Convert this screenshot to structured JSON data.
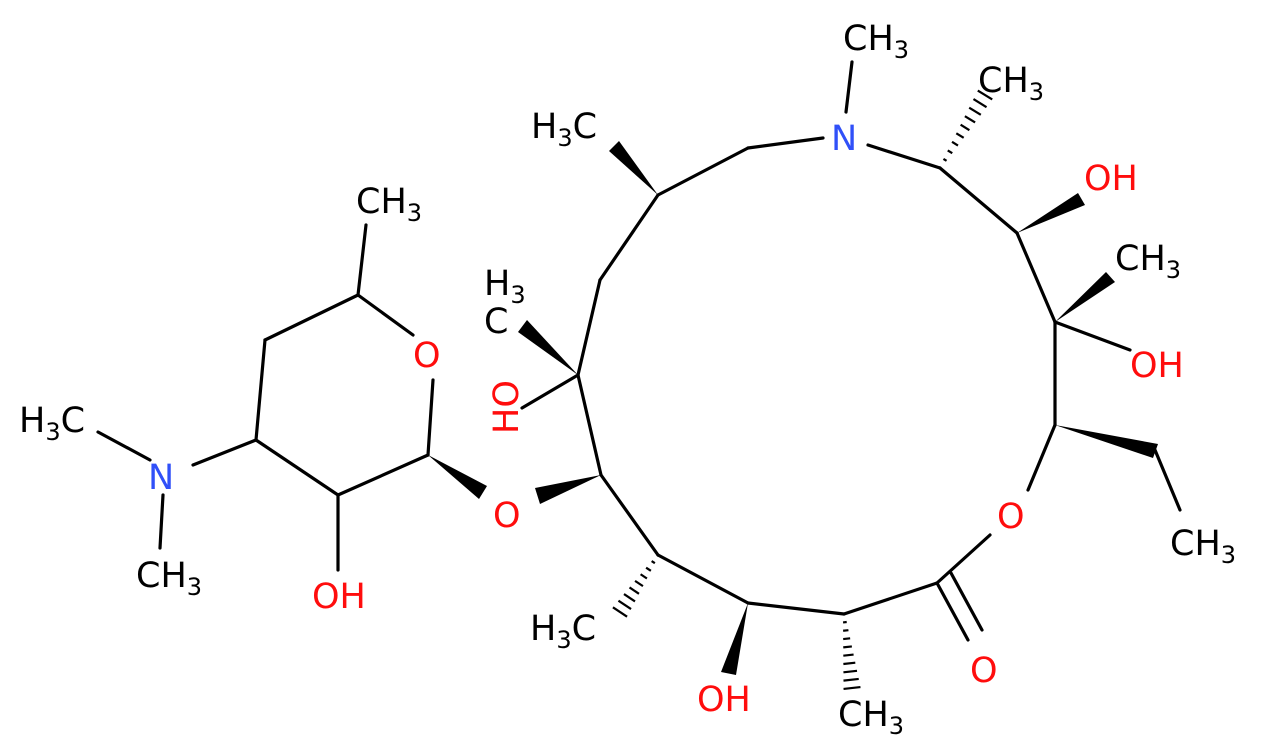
{
  "colors": {
    "carbon": "#000000",
    "oxygen": "#ff0d0d",
    "nitrogen": "#3050f8",
    "background": "#ffffff"
  },
  "labels": [
    {
      "name": "ring-nitrogen",
      "el": "N",
      "text": "N",
      "sub": ""
    },
    {
      "name": "n-methyl-top",
      "el": "C",
      "text": "CH",
      "sub": "3"
    },
    {
      "name": "methyl-top-right",
      "el": "C",
      "text": "CH",
      "sub": "3"
    },
    {
      "name": "methyl-upper-left",
      "el": "C",
      "pre": "H",
      "presub": "3",
      "text": "C",
      "sub": ""
    },
    {
      "name": "hydroxyl-upper-right",
      "el": "O",
      "text": "OH",
      "sub": ""
    },
    {
      "name": "methyl-right",
      "el": "C",
      "text": "CH",
      "sub": "3"
    },
    {
      "name": "hydroxyl-right",
      "el": "O",
      "text": "OH",
      "sub": ""
    },
    {
      "name": "methyl-sugar-top",
      "el": "C",
      "text": "CH",
      "sub": "3"
    },
    {
      "name": "h3-left-methyl",
      "el": "C",
      "text": "H",
      "sub": "3"
    },
    {
      "name": "c-left-methyl",
      "el": "C",
      "text": "C",
      "sub": ""
    },
    {
      "name": "sugar-ring-oxygen",
      "el": "O",
      "text": "O",
      "sub": ""
    },
    {
      "name": "hydroxyl-left-ring",
      "el": "O",
      "text": "HO",
      "sub": ""
    },
    {
      "name": "dimethylamino-h3c",
      "el": "C",
      "pre": "H",
      "presub": "3",
      "text": "C",
      "sub": ""
    },
    {
      "name": "dimethylamino-nitrogen",
      "el": "N",
      "text": "N",
      "sub": ""
    },
    {
      "name": "dimethylamino-ch3",
      "el": "C",
      "text": "CH",
      "sub": "3"
    },
    {
      "name": "glycosidic-oxygen",
      "el": "O",
      "text": "O",
      "sub": ""
    },
    {
      "name": "lactone-ring-oxygen",
      "el": "O",
      "text": "O",
      "sub": ""
    },
    {
      "name": "ethyl-methyl",
      "el": "C",
      "text": "CH",
      "sub": "3"
    },
    {
      "name": "sugar-hydroxyl",
      "el": "O",
      "text": "OH",
      "sub": ""
    },
    {
      "name": "methyl-lower-left",
      "el": "C",
      "pre": "H",
      "presub": "3",
      "text": "C",
      "sub": ""
    },
    {
      "name": "carbonyl-oxygen",
      "el": "O",
      "text": "O",
      "sub": ""
    },
    {
      "name": "hydroxyl-bottom",
      "el": "O",
      "text": "OH",
      "sub": ""
    },
    {
      "name": "methyl-bottom",
      "el": "C",
      "text": "CH",
      "sub": "3"
    }
  ]
}
